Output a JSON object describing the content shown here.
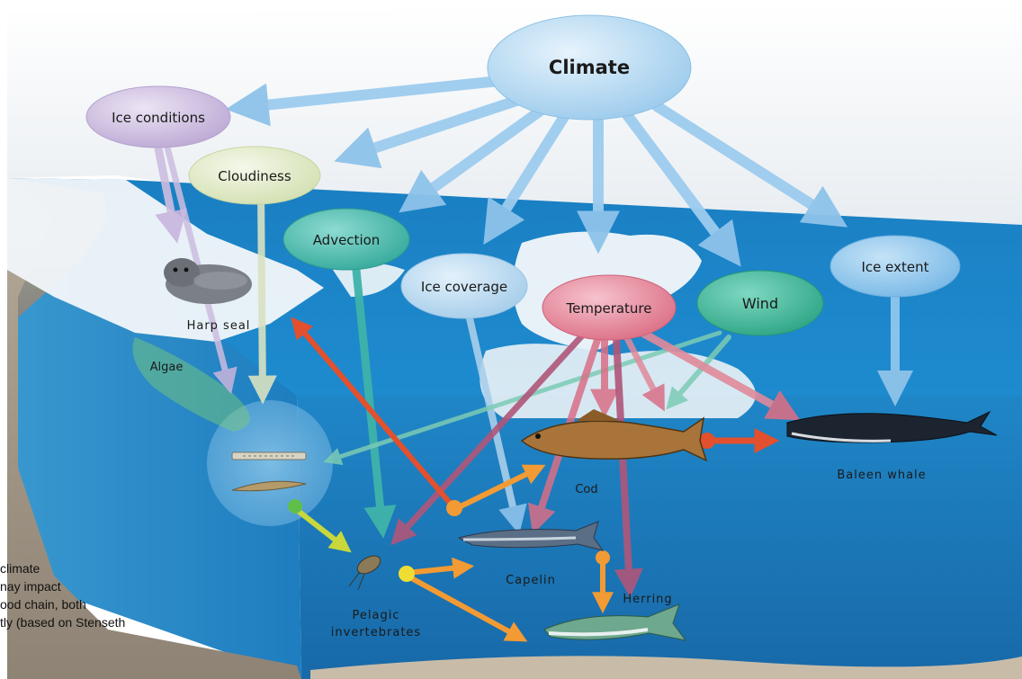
{
  "nodes": {
    "climate": "Climate",
    "ice_conditions": "Ice conditions",
    "cloudiness": "Cloudiness",
    "advection": "Advection",
    "ice_coverage": "Ice coverage",
    "temperature": "Temperature",
    "wind": "Wind",
    "ice_extent": "Ice extent"
  },
  "organisms": {
    "harp_seal": "Harp seal",
    "algae": "Algae",
    "cod": "Cod",
    "baleen_whale": "Baleen whale",
    "capelin": "Capelin",
    "herring": "Herring",
    "pelagic_line1": "Pelagic",
    "pelagic_line2": "invertebrates"
  },
  "caption": {
    "line1": "climate",
    "line2": "nay impact",
    "line3": "ood chain, both",
    "line4": "tly (based on Stenseth"
  },
  "colors": {
    "climate": "#aed4ef",
    "ice_conditions": "#cdbedf",
    "cloudiness": "#e2ebc8",
    "advection": "#4fbfb0",
    "ice_coverage": "#b9d9f0",
    "temperature": "#e8899c",
    "wind": "#3fb89c",
    "ice_extent": "#8fc6ec",
    "sea": "#1f86c7",
    "deep_sea": "#1368a6",
    "ice": "#f2f7fa"
  }
}
